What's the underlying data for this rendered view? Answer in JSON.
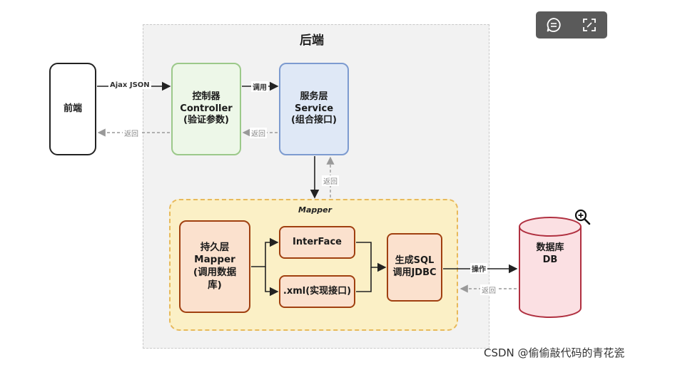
{
  "title": "后端",
  "nodes": {
    "frontend": "前端",
    "controller": {
      "line1": "控制器",
      "line2": "Controller",
      "line3": "(验证参数)"
    },
    "service": {
      "line1": "服务层",
      "line2": "Service",
      "line3": "(组合接口)"
    },
    "mapper_group": "Mapper",
    "persist": {
      "line1": "持久层",
      "line2": "Mapper",
      "line3": "(调用数据",
      "line4": "库)"
    },
    "interface": "InterFace",
    "xml": ".xml(实现接口)",
    "gensql": {
      "line1": "生成SQL",
      "line2": "调用JDBC"
    },
    "db": {
      "line1": "数据库",
      "line2": "DB"
    }
  },
  "edges": {
    "ajax": "Ajax JSON",
    "call": "调用",
    "return_label": "返回",
    "operate": "操作"
  },
  "toolbar": {
    "comment_icon": "comment-icon",
    "fullscreen_icon": "fullscreen-icon"
  },
  "watermark": "CSDN @偷偷敲代码的青花瓷"
}
